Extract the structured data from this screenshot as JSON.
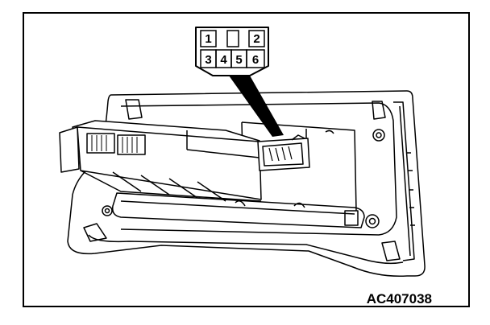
{
  "figure": {
    "reference_code": "AC407038",
    "connector_pins": {
      "top_row": [
        "1",
        "",
        "2"
      ],
      "bottom_row": [
        "3",
        "4",
        "5",
        "6"
      ]
    }
  }
}
